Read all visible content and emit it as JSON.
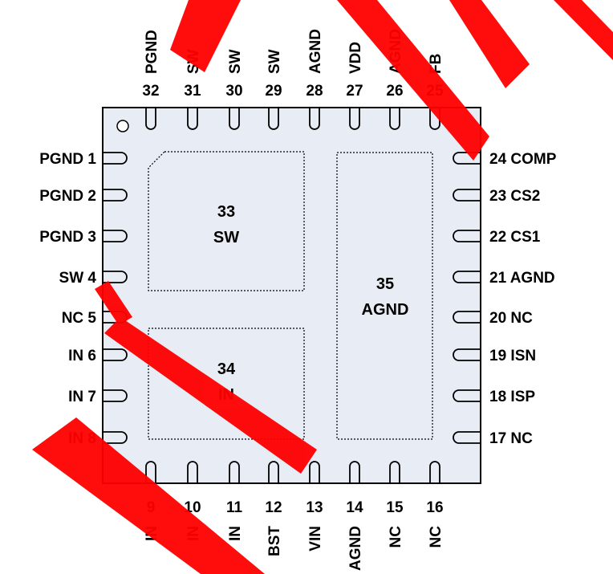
{
  "colors": {
    "package_fill": "#e8ecf4",
    "outline": "#000000",
    "watermark": "#ff0000"
  },
  "pins": {
    "top": [
      {
        "num": "32",
        "name": "PGND"
      },
      {
        "num": "31",
        "name": "SW"
      },
      {
        "num": "30",
        "name": "SW"
      },
      {
        "num": "29",
        "name": "SW"
      },
      {
        "num": "28",
        "name": "AGND"
      },
      {
        "num": "27",
        "name": "VDD"
      },
      {
        "num": "26",
        "name": "AGND"
      },
      {
        "num": "25",
        "name": "FB"
      }
    ],
    "left": [
      {
        "num": "1",
        "name": "PGND"
      },
      {
        "num": "2",
        "name": "PGND"
      },
      {
        "num": "3",
        "name": "PGND"
      },
      {
        "num": "4",
        "name": "SW"
      },
      {
        "num": "5",
        "name": "NC"
      },
      {
        "num": "6",
        "name": "IN"
      },
      {
        "num": "7",
        "name": "IN"
      },
      {
        "num": "8",
        "name": "IN"
      }
    ],
    "right": [
      {
        "num": "24",
        "name": "COMP"
      },
      {
        "num": "23",
        "name": "CS2"
      },
      {
        "num": "22",
        "name": "CS1"
      },
      {
        "num": "21",
        "name": "AGND"
      },
      {
        "num": "20",
        "name": "NC"
      },
      {
        "num": "19",
        "name": "ISN"
      },
      {
        "num": "18",
        "name": "ISP"
      },
      {
        "num": "17",
        "name": "NC"
      }
    ],
    "bottom": [
      {
        "num": "9",
        "name": "IN"
      },
      {
        "num": "10",
        "name": "IN"
      },
      {
        "num": "11",
        "name": "IN"
      },
      {
        "num": "12",
        "name": "BST"
      },
      {
        "num": "13",
        "name": "VIN"
      },
      {
        "num": "14",
        "name": "AGND"
      },
      {
        "num": "15",
        "name": "NC"
      },
      {
        "num": "16",
        "name": "NC"
      }
    ]
  },
  "pads": [
    {
      "num": "33",
      "name": "SW"
    },
    {
      "num": "34",
      "name": "IN"
    },
    {
      "num": "35",
      "name": "AGND"
    }
  ]
}
